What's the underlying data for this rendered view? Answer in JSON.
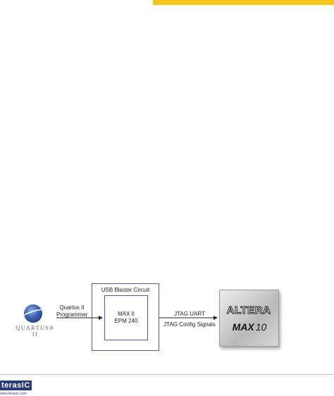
{
  "diagram": {
    "quartus_logo_text": "QUARTUS® II",
    "programmer_label_line1": "Quartus II",
    "programmer_label_line2": "Programmer",
    "usb_blaster_title": "USB Blaster Circuit",
    "max2_line1": "MAX II",
    "max2_line2": "EPM 240",
    "signal_top": "JTAG UART",
    "signal_bottom": "JTAG Config Signals",
    "chip_brand": "ALTERA",
    "chip_family": "MAX",
    "chip_series": "10"
  },
  "footer": {
    "logo_text": "terasIC",
    "logo_url": "www.terasic.com"
  },
  "colors": {
    "accent_bar": "#f5c518",
    "box_border": "#5b55a6",
    "terasic_blue": "#2a3c7c"
  }
}
